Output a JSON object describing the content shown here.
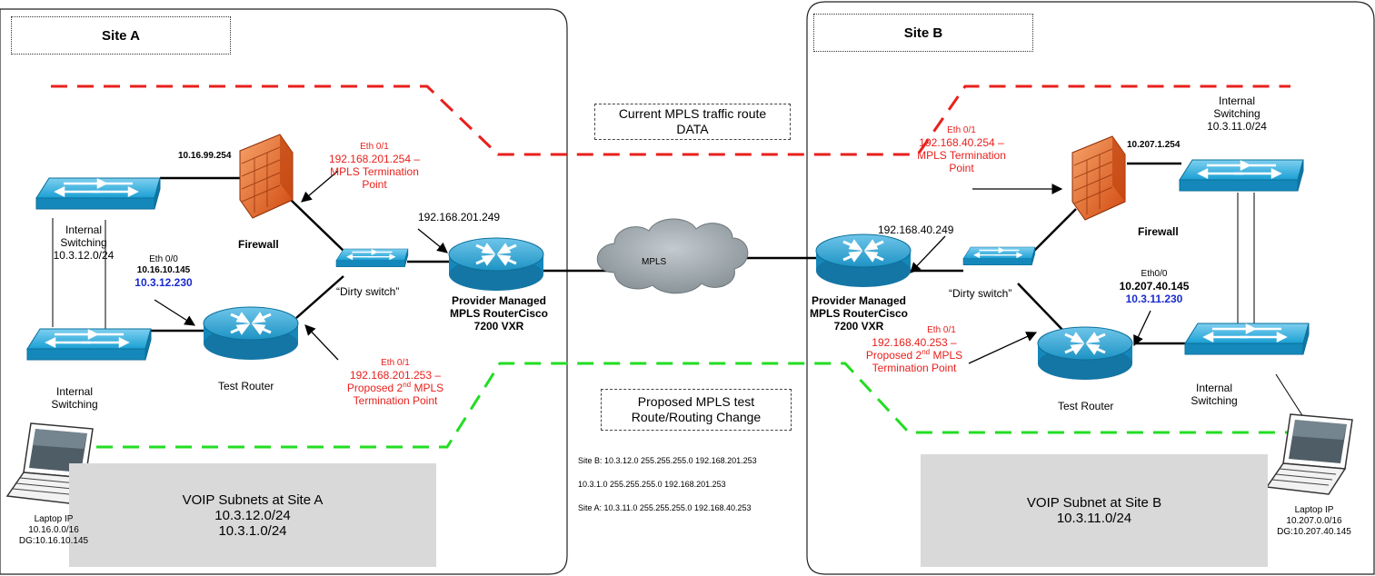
{
  "colors": {
    "current_route": "#e8201c",
    "proposed_route": "#22dd22",
    "device_blue": "#1aa3d4",
    "firewall_orange": "#e8631a",
    "cloud_gray": "#9aa3a8",
    "voip_box": "#d9d9d9"
  },
  "site_a": {
    "title": "Site A",
    "firewall_ip": "10.16.99.254",
    "firewall_label": "Firewall",
    "internal_switch_top": [
      "Internal",
      "Switching",
      "10.3.12.0/24"
    ],
    "internal_switch_bottom": [
      "Internal",
      "Switching"
    ],
    "router_eth": "Eth 0/0",
    "router_ip1": "10.16.10.145",
    "router_ip2": "10.3.12.230",
    "router_label": "Test Router",
    "dirty_switch": "“Dirty switch”",
    "fw_eth": "Eth 0/1",
    "fw_term": [
      "192.168.201.254 –",
      "MPLS Termination",
      "Point"
    ],
    "rtr_eth": "Eth 0/1",
    "rtr_term": [
      "192.168.201.253 –",
      "Proposed 2",
      "nd",
      " MPLS",
      "Termination Point"
    ],
    "provider_ip": "192.168.201.249",
    "provider_label": [
      "Provider Managed",
      "MPLS RouterCisco",
      "7200  VXR"
    ],
    "laptop": [
      "Laptop IP",
      "10.16.0.0/16",
      "DG:10.16.10.145"
    ],
    "voip": [
      "VOIP Subnets at Site A",
      "10.3.12.0/24",
      "10.3.1.0/24"
    ]
  },
  "site_b": {
    "title": "Site B",
    "firewall_ip": "10.207.1.254",
    "firewall_label": "Firewall",
    "internal_switch_top": [
      "Internal",
      "Switching",
      "10.3.11.0/24"
    ],
    "internal_switch_bottom": [
      "Internal",
      "Switching"
    ],
    "router_eth": "Eth0/0",
    "router_ip1": "10.207.40.145",
    "router_ip2": "10.3.11.230",
    "router_label": "Test Router",
    "dirty_switch": "“Dirty switch”",
    "fw_eth": "Eth 0/1",
    "fw_term": [
      "192.168.40.254 –",
      "MPLS Termination",
      "Point"
    ],
    "rtr_eth": "Eth 0/1",
    "rtr_term": [
      "192.168.40.253 –",
      "Proposed 2",
      "nd",
      " MPLS",
      "Termination Point"
    ],
    "provider_ip": "192.168.40.249",
    "provider_label": [
      "Provider Managed",
      "MPLS RouterCisco",
      "7200  VXR"
    ],
    "laptop": [
      "Laptop IP",
      "10.207.0.0/16",
      "DG:10.207.40.145"
    ],
    "voip": [
      "VOIP Subnet at Site B",
      "10.3.11.0/24"
    ]
  },
  "center": {
    "cloud": "MPLS",
    "current_route": [
      "Current MPLS traffic route",
      "DATA"
    ],
    "proposed_route": [
      "Proposed MPLS test",
      "Route/Routing Change"
    ],
    "routes": [
      "Site B: 10.3.12.0 255.255.255.0 192.168.201.253",
      "10.3.1.0 255.255.255.0 192.168.201.253",
      "Site A: 10.3.11.0 255.255.255.0 192.168.40.253"
    ]
  }
}
